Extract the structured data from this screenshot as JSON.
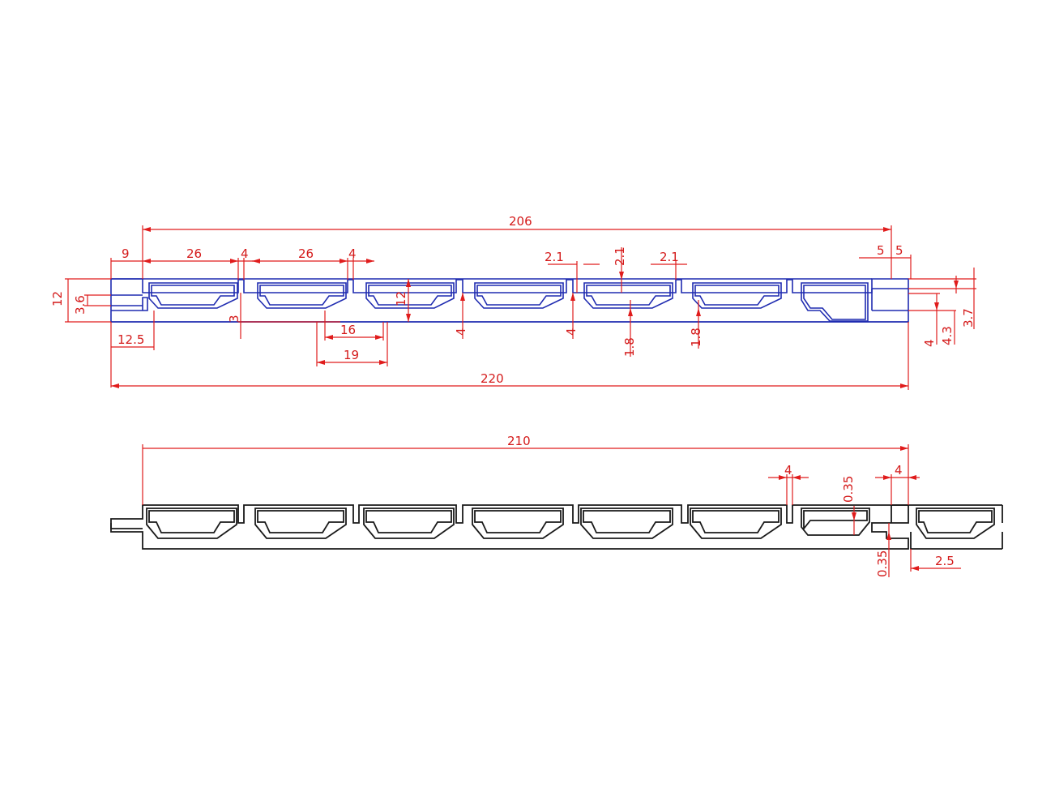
{
  "colors": {
    "top_outline": "#1f2bb0",
    "bottom_outline": "#1a1a1a",
    "dimension": "#e01c1c"
  },
  "top_profile": {
    "dimensions": {
      "d206": "206",
      "d9": "9",
      "d26a": "26",
      "d4a": "4",
      "d26b": "26",
      "d4b": "4",
      "d2_1a": "2.1",
      "d2_1b": "2.1",
      "d2_1c": "2.1",
      "d5a": "5",
      "d5b": "5",
      "d12_left": "12",
      "d3_6": "3.6",
      "d3": "3",
      "d12_mid": "12",
      "d4_mid1": "4",
      "d4_mid2": "4",
      "d1_8a": "1.8",
      "d1_8b": "1.8",
      "d16": "16",
      "d19": "19",
      "d12_5": "12.5",
      "d220": "220",
      "d4_right": "4",
      "d4_3": "4.3",
      "d3_7": "3.7"
    }
  },
  "bottom_profile": {
    "dimensions": {
      "d210": "210",
      "d4a": "4",
      "d4b": "4",
      "d0_35a": "0.35",
      "d0_35b": "0.35",
      "d2_5": "2.5"
    }
  }
}
